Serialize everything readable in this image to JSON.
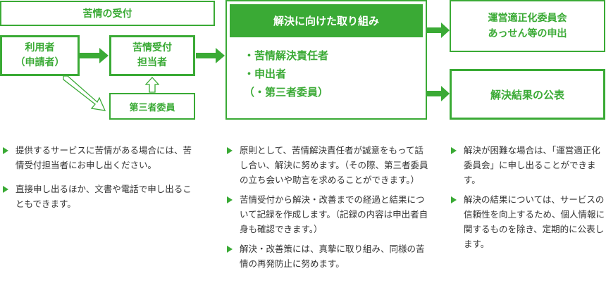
{
  "reception_title": "苦情の受付",
  "user_box": {
    "line1": "利用者",
    "line2": "（申請者）"
  },
  "staff_box": {
    "line1": "苦情受付",
    "line2": "担当者"
  },
  "third_party_box": "第三者委員",
  "resolution": {
    "title": "解決に向けた取り組み",
    "items": [
      "・苦情解決責任者",
      "・申出者",
      "（・第三者委員）"
    ]
  },
  "committee_box": {
    "line1": "運営適正化委員会",
    "line2": "あっせん等の申出"
  },
  "publication_box": "解決結果の公表",
  "notes_left": [
    "提供するサービスに苦情がある場合には、苦情受付担当者にお申し出ください。",
    "直接申し出るほか、文書や電話で申し出ることもできます。"
  ],
  "notes_middle": [
    "原則として、苦情解決責任者が誠意をもって話し合い、解決に努めます。（その際、第三者委員の立ち会いや助言を求めることができます。）",
    "苦情受付から解決・改善までの経過と結果について記録を作成します。（記録の内容は申出者自身も確認できます。）",
    "解決・改善策には、真摯に取り組み、同様の苦情の再発防止に努めます。"
  ],
  "notes_right": [
    "解決が困難な場合は、「運営適正化委員会」に申し出ることができます。",
    "解決の結果については、サービスの信頼性を向上するため、個人情報に関するものを除き、定期的に公表します。"
  ],
  "colors": {
    "green": "#3aaa35",
    "text": "#333333"
  }
}
